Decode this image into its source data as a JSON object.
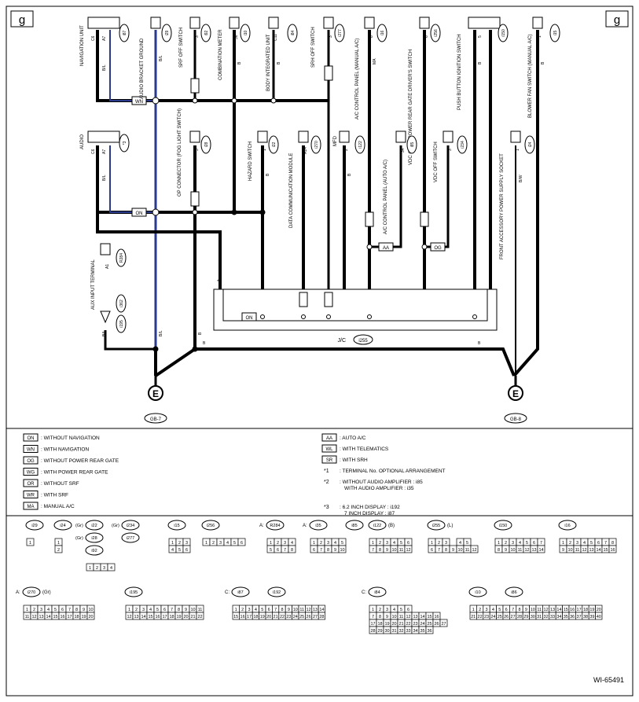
{
  "page_letter": "g",
  "figure_id": "WI-65491",
  "units": [
    {
      "name": "NAVIGATION UNIT",
      "conn": "A7",
      "conn2": "C6",
      "code": "i87",
      "note": "A: *2  C:",
      "wire": "B/L"
    },
    {
      "name": "AUDIO",
      "conn": "A7",
      "conn2": "C6",
      "code": "*3",
      "note": "A: *2  C:",
      "wire": "B/L"
    },
    {
      "name": "AUDIO BRACKET GROUND",
      "conn": "1",
      "code": "i29",
      "wire": "B/L"
    },
    {
      "name": "SRF OFF SWITCH",
      "conn": "3",
      "code": "i92",
      "wire": "WR"
    },
    {
      "name": "COMBINATION METER",
      "conn": "36",
      "code": "i10",
      "wire": "B"
    },
    {
      "name": "BODY INTEGRATED UNIT",
      "conn": "C11",
      "code": "i84",
      "wire": "B"
    },
    {
      "name": "SRH OFF SWITCH",
      "conn": "3",
      "code": "i277",
      "wire": "SR"
    },
    {
      "name": "A/C CONTROL PANEL (MANUAL A/C)",
      "conn": "8",
      "code": "i16",
      "wire": "MA"
    },
    {
      "name": "VDC OFF & POWER REAR GATE DRIVER'S SWITCH",
      "conn": "6",
      "code": "i256",
      "wire": "WG"
    },
    {
      "name": "PUSH BUTTON IGNITION SWITCH",
      "conn": "5",
      "code": "i150",
      "wire": "B"
    },
    {
      "name": "BLOWER FAN SWITCH (MANUAL A/C)",
      "conn": "1",
      "code": "i15",
      "wire": "B"
    },
    {
      "name": "OP CONNECTOR (FOG LIGHT SWITCH)",
      "conn": "3",
      "code": "i28",
      "wire": "OR"
    },
    {
      "name": "HAZARD SWITCH",
      "conn": "1",
      "code": "i22",
      "wire": "B"
    },
    {
      "name": "DATA COMMUNICATION MODULE",
      "conn": "A14",
      "code": "i270",
      "wire": "WL"
    },
    {
      "name": "MFD",
      "conn": "2",
      "code": "i122",
      "wire": "B"
    },
    {
      "name": "A/C CONTROL PANEL (AUTO A/C)",
      "conn": "34",
      "code": "i85",
      "wire": "AA"
    },
    {
      "name": "VDC OFF SWITCH",
      "conn": "3",
      "code": "i234",
      "wire": "OG"
    },
    {
      "name": "FRONT ACCESSORY POWER SUPPLY SOCKET",
      "conn": "1",
      "code": "i24",
      "wire": "B/W"
    },
    {
      "name": "AUX INPUT TERMINAL",
      "conn": "A1",
      "code": "R284",
      "code2": "i362",
      "code3": "i195",
      "wire": "B/L"
    }
  ],
  "junction": {
    "label": "J/C",
    "code": "i255",
    "star": "*1",
    "wire_color": "B"
  },
  "grounds": [
    {
      "symbol": "E",
      "code": "GB-7"
    },
    {
      "symbol": "E",
      "code": "GB-8"
    }
  ],
  "legend_left": [
    {
      "tag": "ON",
      "text": ": WITHOUT NAVIGATION"
    },
    {
      "tag": "WN",
      "text": ": WITH NAVIGATION"
    },
    {
      "tag": "OG",
      "text": ": WITHOUT POWER REAR GATE"
    },
    {
      "tag": "WG",
      "text": ": WITH POWER REAR GATE"
    },
    {
      "tag": "OR",
      "text": ": WITHOUT SRF"
    },
    {
      "tag": "WR",
      "text": ": WITH SRF"
    },
    {
      "tag": "MA",
      "text": ": MANUAL A/C"
    }
  ],
  "legend_right": [
    {
      "tag": "AA",
      "text": ": AUTO A/C"
    },
    {
      "tag": "WL",
      "text": ": WITH TELEMATICS"
    },
    {
      "tag": "SR",
      "text": ": WITH SRH"
    },
    {
      "tag": "*1",
      "text": ": TERMINAL No. OPTIONAL ARRANGEMENT"
    },
    {
      "tag": "*2",
      "text": ": WITHOUT AUDIO AMPLIFIER : i85",
      "text2": "WITH AUDIO AMPLIFIER : i35"
    },
    {
      "tag": "*3",
      "text": ": 6.2 INCH DISPLAY : i192",
      "text2": "7 INCH DISPLAY : i87"
    }
  ],
  "connectors": [
    {
      "labels": [
        "i29"
      ],
      "rows": [
        [
          "1"
        ]
      ]
    },
    {
      "labels": [
        "i24"
      ],
      "rows": [
        [
          "1"
        ],
        [
          "2"
        ]
      ]
    },
    {
      "labels": [
        "i22",
        "i234",
        "i28",
        "i277",
        "i92"
      ],
      "extra": [
        "(Gr)",
        "(Gr)",
        "(Gr)"
      ],
      "rows": [
        [
          "1",
          "2",
          "3",
          "4"
        ]
      ]
    },
    {
      "labels": [
        "i15"
      ],
      "rows": [
        [
          "1",
          "2",
          "3"
        ],
        [
          "4",
          "5",
          "6"
        ]
      ]
    },
    {
      "labels": [
        "i256"
      ],
      "rows": [
        [
          "1",
          "2",
          "3",
          "4",
          "5",
          "6"
        ]
      ]
    },
    {
      "labels": [
        "R284"
      ],
      "prefix": "A:",
      "rows": [
        [
          "1",
          "2",
          "3",
          "4"
        ],
        [
          "5",
          "6",
          "7",
          "8"
        ]
      ]
    },
    {
      "labels": [
        "i35",
        "i85"
      ],
      "prefix": "A:",
      "rows": [
        [
          "1",
          "2",
          "3",
          "4",
          "5"
        ],
        [
          "6",
          "7",
          "8",
          "9",
          "10"
        ]
      ]
    },
    {
      "labels": [
        "i122"
      ],
      "suffix": "(B)",
      "rows": [
        [
          "1",
          "2",
          "3",
          "4",
          "5",
          "6"
        ],
        [
          "7",
          "8",
          "9",
          "10",
          "11",
          "12"
        ]
      ]
    },
    {
      "labels": [
        "i255"
      ],
      "suffix": "(L)",
      "rows": [
        [
          "1",
          "2",
          "3",
          "",
          "4",
          "5"
        ],
        [
          "6",
          "7",
          "8",
          "9",
          "10",
          "11",
          "12"
        ]
      ]
    },
    {
      "labels": [
        "i150"
      ],
      "rows": [
        [
          "1",
          "2",
          "3",
          "4",
          "5",
          "6",
          "7"
        ],
        [
          "8",
          "9",
          "10",
          "11",
          "12",
          "13",
          "14"
        ]
      ]
    },
    {
      "labels": [
        "i16"
      ],
      "rows": [
        [
          "1",
          "2",
          "3",
          "4",
          "5",
          "6",
          "7",
          "8"
        ],
        [
          "9",
          "10",
          "11",
          "12",
          "13",
          "14",
          "15",
          "16"
        ]
      ]
    },
    {
      "labels": [
        "i270"
      ],
      "prefix": "A:",
      "suffix": "(Gr)",
      "rows": [
        [
          "1",
          "2",
          "3",
          "4",
          "5",
          "6",
          "7",
          "8",
          "9",
          "10"
        ],
        [
          "11",
          "12",
          "13",
          "14",
          "15",
          "16",
          "17",
          "18",
          "19",
          "20"
        ]
      ]
    },
    {
      "labels": [
        "i195"
      ],
      "rows": [
        [
          "1",
          "2",
          "3",
          "4",
          "5",
          "6",
          "7",
          "8",
          "9",
          "10",
          "11"
        ],
        [
          "12",
          "13",
          "14",
          "15",
          "16",
          "17",
          "18",
          "19",
          "20",
          "21",
          "22"
        ]
      ]
    },
    {
      "labels": [
        "i87",
        "i192"
      ],
      "prefix": "C:",
      "rows": [
        [
          "1",
          "2",
          "3",
          "4",
          "5",
          "6",
          "7",
          "8",
          "9",
          "10",
          "11",
          "12",
          "13",
          "14"
        ],
        [
          "15",
          "16",
          "17",
          "18",
          "19",
          "20",
          "21",
          "22",
          "23",
          "24",
          "25",
          "26",
          "27",
          "28"
        ]
      ]
    },
    {
      "labels": [
        "i84"
      ],
      "prefix": "C:",
      "rows": [
        [
          "1",
          "2",
          "3",
          "4",
          "5",
          "6"
        ],
        [
          "7",
          "8",
          "9",
          "10",
          "11",
          "12",
          "13",
          "14",
          "15",
          "16"
        ],
        [
          "17",
          "18",
          "19",
          "20",
          "21",
          "22",
          "23",
          "24",
          "25",
          "26",
          "27"
        ],
        [
          "28",
          "29",
          "30",
          "31",
          "32",
          "33",
          "34",
          "35",
          "36"
        ]
      ]
    },
    {
      "labels": [
        "i10",
        "i86"
      ],
      "rows": [
        [
          "1",
          "2",
          "3",
          "4",
          "5",
          "6",
          "7",
          "8",
          "9",
          "10",
          "11",
          "12",
          "13",
          "14",
          "15",
          "16",
          "17",
          "18",
          "19",
          "20"
        ],
        [
          "21",
          "22",
          "23",
          "24",
          "25",
          "26",
          "27",
          "28",
          "29",
          "30",
          "31",
          "32",
          "33",
          "34",
          "35",
          "36",
          "37",
          "38",
          "39",
          "40"
        ]
      ]
    }
  ]
}
